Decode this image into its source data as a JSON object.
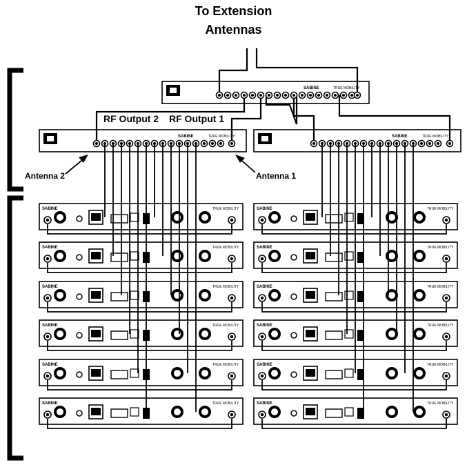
{
  "labels": {
    "title_line1": "To Extension",
    "title_line2": "Antennas",
    "rf_output_2": "RF Output 2",
    "rf_output_1": "RF Output 1",
    "antenna_2": "Antenna 2",
    "antenna_1": "Antenna 1"
  },
  "panel_text": {
    "brand": "SABINE",
    "product": "TRUE MOBILITY"
  },
  "receivers": {
    "rows": 6,
    "columns": 2
  },
  "colors": {
    "ink": "#000000",
    "panel": "#ffffff"
  }
}
